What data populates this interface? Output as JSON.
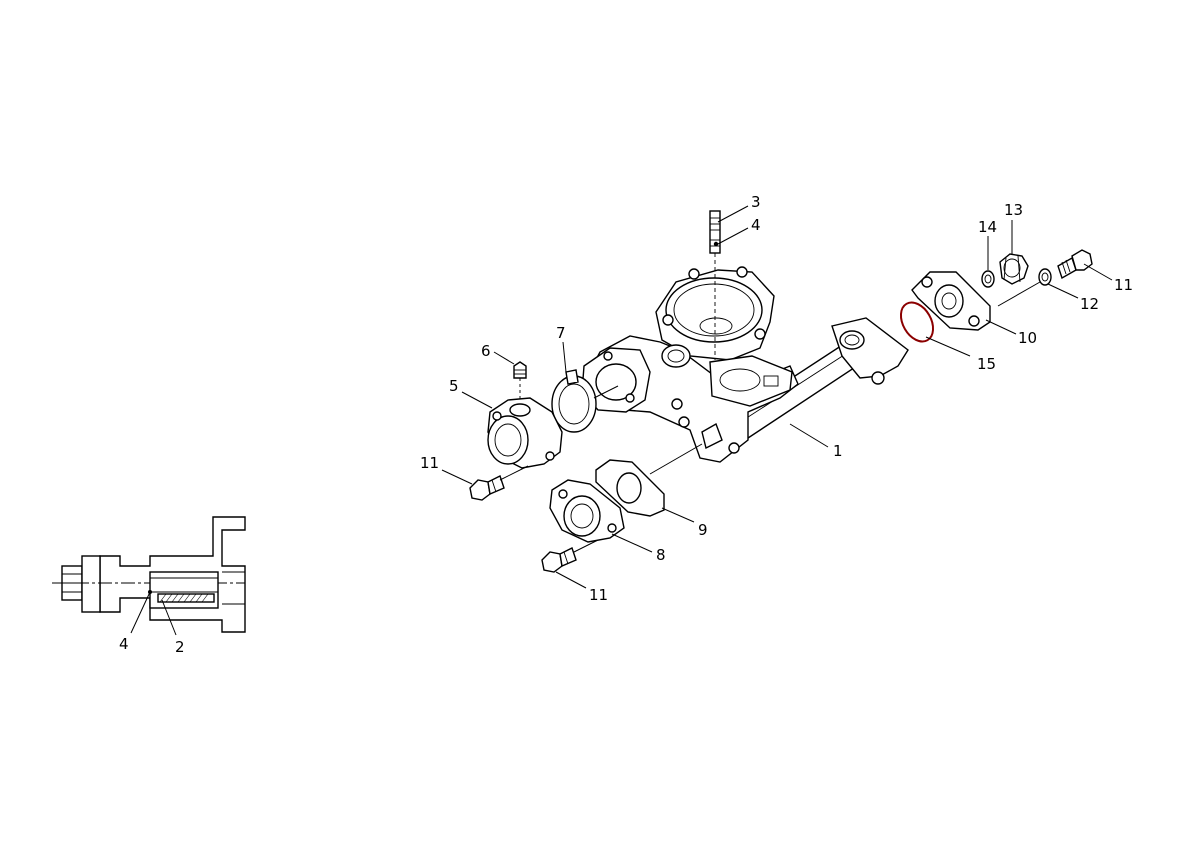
{
  "callouts": [
    {
      "id": "c-3",
      "label": "3"
    },
    {
      "id": "c-4a",
      "label": "4"
    },
    {
      "id": "c-13",
      "label": "13"
    },
    {
      "id": "c-14",
      "label": "14"
    },
    {
      "id": "c-11a",
      "label": "11"
    },
    {
      "id": "c-12",
      "label": "12"
    },
    {
      "id": "c-10",
      "label": "10"
    },
    {
      "id": "c-15",
      "label": "15"
    },
    {
      "id": "c-7",
      "label": "7"
    },
    {
      "id": "c-6",
      "label": "6"
    },
    {
      "id": "c-5",
      "label": "5"
    },
    {
      "id": "c-1",
      "label": "1"
    },
    {
      "id": "c-11b",
      "label": "11"
    },
    {
      "id": "c-9",
      "label": "9"
    },
    {
      "id": "c-8",
      "label": "8"
    },
    {
      "id": "c-11c",
      "label": "11"
    },
    {
      "id": "c-4b",
      "label": "4"
    },
    {
      "id": "c-2",
      "label": "2"
    }
  ]
}
